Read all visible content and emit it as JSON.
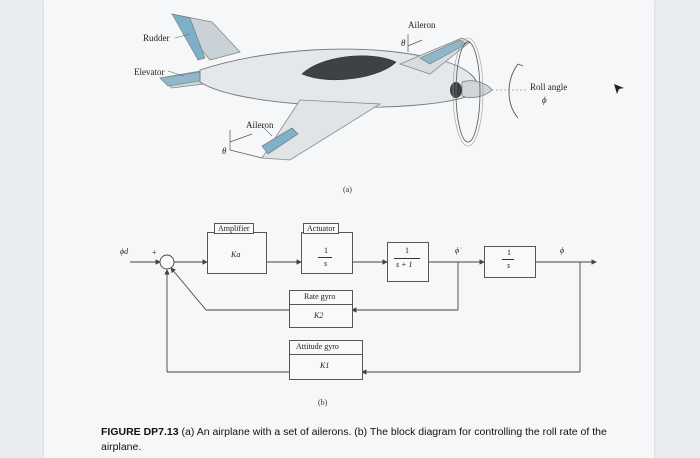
{
  "figure_a": {
    "labels": {
      "rudder": "Rudder",
      "elevator": "Elevator",
      "aileron_top": "Aileron",
      "aileron_left": "Aileron",
      "roll_angle": "Roll angle",
      "phi": "ϕ",
      "theta": "θ"
    },
    "panel_label": "(a)"
  },
  "figure_b": {
    "input_label": "ϕd",
    "sum_sign": "+",
    "blocks": {
      "amplifier": {
        "title": "Amplifier",
        "gain": "Ka"
      },
      "actuator": {
        "title": "Actuator",
        "num": "1",
        "den": "s"
      },
      "plant": {
        "num": "1",
        "den": "s + 1"
      },
      "integrator": {
        "num": "1",
        "den": "s"
      },
      "rate_gyro": {
        "title": "Rate gyro",
        "gain": "K2"
      },
      "attitude_gyro": {
        "title": "Attitude gyro",
        "gain": "K1"
      }
    },
    "signal_phi_dot": "ϕ̇",
    "signal_phi": "ϕ",
    "panel_label": "(b)"
  },
  "caption": {
    "bold": "FIGURE DP7.13",
    "text": " (a) An airplane with a set of ailerons. (b) The block diagram for controlling the roll rate of the airplane."
  }
}
